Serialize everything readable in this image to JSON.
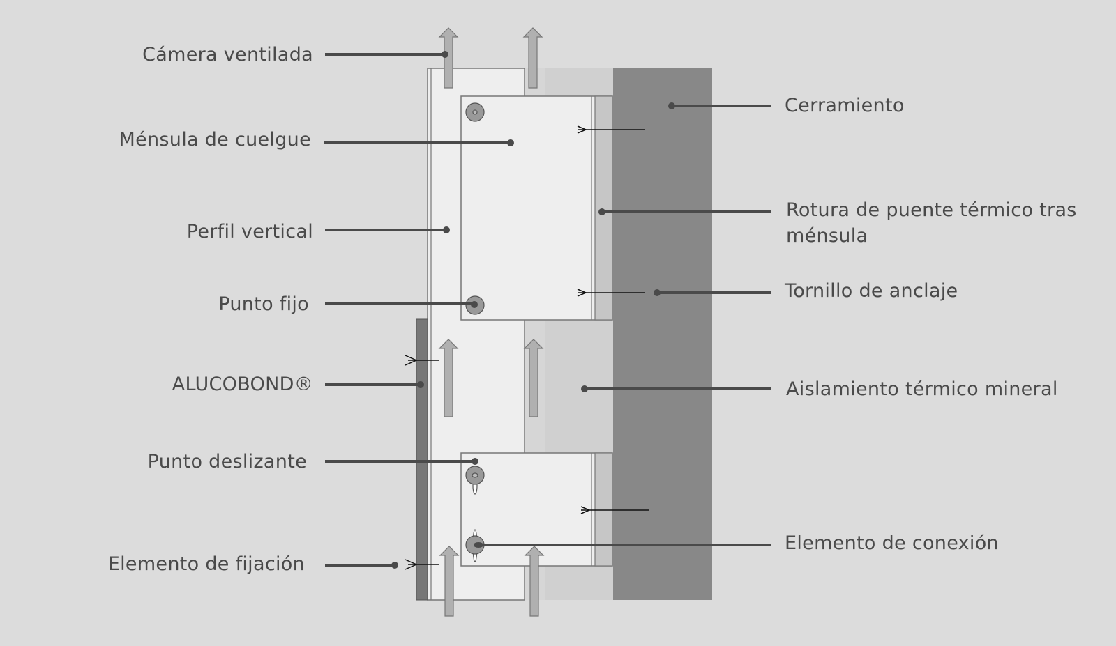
{
  "left_labels": [
    "Cámera ventilada",
    "Ménsula de cuelgue",
    "Perfil vertical",
    "Punto fijo",
    "ALUCOBOND®",
    "Punto deslizante",
    "Elemento de fijación"
  ],
  "right_labels": [
    "Cerramiento",
    "Rotura de puente térmico tras",
    "ménsula",
    "Tornillo de anclaje",
    "Aislamiento térmico mineral",
    "Elemento de conexión"
  ]
}
